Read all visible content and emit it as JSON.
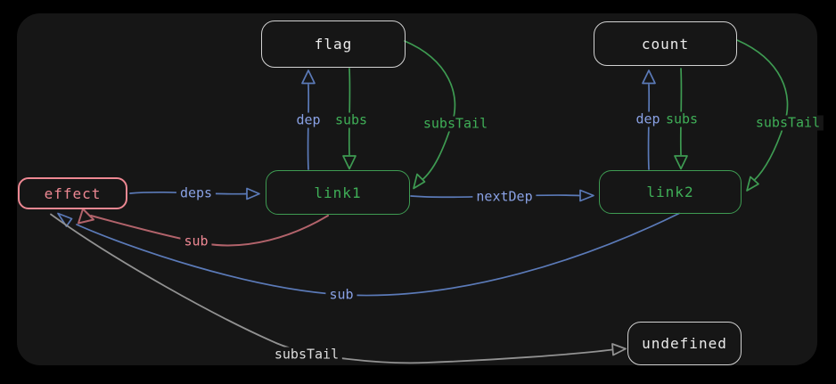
{
  "colors": {
    "panel": "#161616",
    "blue-line": "#5b7ab8",
    "blue-text": "#89a1e4",
    "green-line": "#3e9b52",
    "green-text": "#3fae57",
    "pink": "#ee8893",
    "red-line": "#b2636b",
    "gray-line": "#929292",
    "gray-text": "#dcdcdc",
    "white-border": "#d2d2d2",
    "white-text": "#ebebeb"
  },
  "nodes": {
    "flag": {
      "label": "flag"
    },
    "count": {
      "label": "count"
    },
    "effect": {
      "label": "effect"
    },
    "link1": {
      "label": "link1"
    },
    "link2": {
      "label": "link2"
    },
    "undefined": {
      "label": "undefined"
    }
  },
  "edges": {
    "deps": {
      "label": "deps",
      "from": "effect",
      "to": "link1"
    },
    "dep1": {
      "label": "dep",
      "from": "link1",
      "to": "flag"
    },
    "subs1": {
      "label": "subs",
      "from": "flag",
      "to": "link1"
    },
    "subsTail1": {
      "label": "subsTail",
      "from": "flag",
      "to": "link1"
    },
    "nextDep": {
      "label": "nextDep",
      "from": "link1",
      "to": "link2"
    },
    "dep2": {
      "label": "dep",
      "from": "link2",
      "to": "count"
    },
    "subs2": {
      "label": "subs",
      "from": "count",
      "to": "link2"
    },
    "subsTail2": {
      "label": "subsTail",
      "from": "count",
      "to": "link2"
    },
    "sub1": {
      "label": "sub",
      "from": "link1",
      "to": "effect"
    },
    "sub2": {
      "label": "sub",
      "from": "link2",
      "to": "effect"
    },
    "subsTailFx": {
      "label": "subsTail",
      "from": "effect",
      "to": "undefined"
    }
  }
}
